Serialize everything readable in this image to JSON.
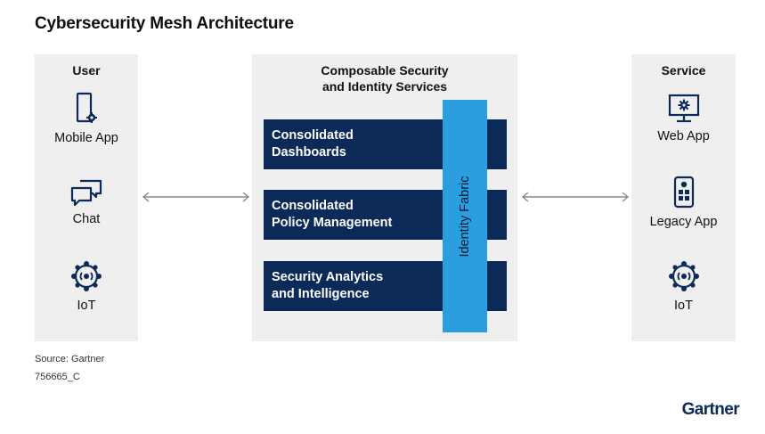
{
  "title": "Cybersecurity Mesh Architecture",
  "user_panel": {
    "heading": "User",
    "items": [
      {
        "label": "Mobile App",
        "icon": "mobile-gear-icon"
      },
      {
        "label": "Chat",
        "icon": "chat-icon"
      },
      {
        "label": "IoT",
        "icon": "iot-icon"
      }
    ]
  },
  "center_panel": {
    "heading_line1": "Composable Security",
    "heading_line2": "and Identity Services",
    "bars": [
      {
        "label": "Consolidated\nDashboards"
      },
      {
        "label": "Consolidated\nPolicy Management"
      },
      {
        "label": "Security Analytics\nand Intelligence"
      }
    ],
    "fabric_label": "Identity Fabric"
  },
  "service_panel": {
    "heading": "Service",
    "items": [
      {
        "label": "Web App",
        "icon": "monitor-gear-icon"
      },
      {
        "label": "Legacy App",
        "icon": "legacy-app-icon"
      },
      {
        "label": "IoT",
        "icon": "iot-icon"
      }
    ]
  },
  "footer": {
    "source": "Source: Gartner",
    "id": "756665_C",
    "brand": "Gartner"
  },
  "colors": {
    "navy": "#0c2a57",
    "fabric_blue": "#2a9edf",
    "panel_gray": "#efefef"
  }
}
